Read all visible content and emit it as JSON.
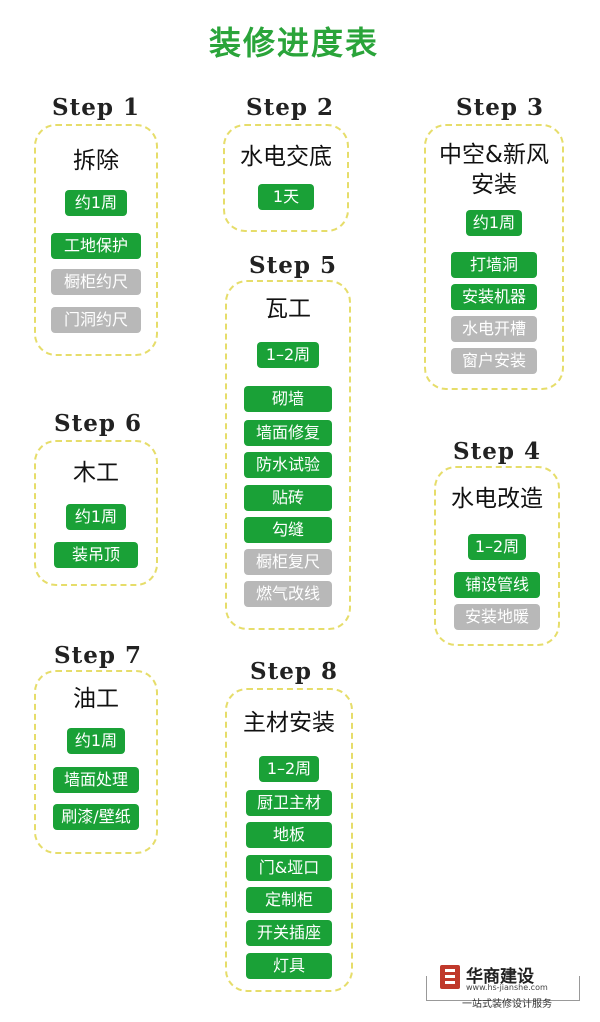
{
  "title": "装修进度表",
  "steps": [
    {
      "label": "Step 1",
      "title": "拆除",
      "duration": "约1周",
      "tasks": [
        {
          "text": "工地保护",
          "status": "green"
        },
        {
          "text": "橱柜约尺",
          "status": "gray"
        },
        {
          "text": "门洞约尺",
          "status": "gray"
        }
      ]
    },
    {
      "label": "Step 2",
      "title": "水电交底",
      "duration": "1天",
      "tasks": []
    },
    {
      "label": "Step 3",
      "title": "中空&新风安装",
      "duration": "约1周",
      "tasks": [
        {
          "text": "打墙洞",
          "status": "green"
        },
        {
          "text": "安装机器",
          "status": "green"
        },
        {
          "text": "水电开槽",
          "status": "gray"
        },
        {
          "text": "窗户安装",
          "status": "gray"
        }
      ]
    },
    {
      "label": "Step 5",
      "title": "瓦工",
      "duration": "1–2周",
      "tasks": [
        {
          "text": "砌墙",
          "status": "green"
        },
        {
          "text": "墙面修复",
          "status": "green"
        },
        {
          "text": "防水试验",
          "status": "green"
        },
        {
          "text": "贴砖",
          "status": "green"
        },
        {
          "text": "勾缝",
          "status": "green"
        },
        {
          "text": "橱柜复尺",
          "status": "gray"
        },
        {
          "text": "燃气改线",
          "status": "gray"
        }
      ]
    },
    {
      "label": "Step 6",
      "title": "木工",
      "duration": "约1周",
      "tasks": [
        {
          "text": "装吊顶",
          "status": "green"
        }
      ]
    },
    {
      "label": "Step 4",
      "title": "水电改造",
      "duration": "1–2周",
      "tasks": [
        {
          "text": "铺设管线",
          "status": "green"
        },
        {
          "text": "安装地暖",
          "status": "gray"
        }
      ]
    },
    {
      "label": "Step 7",
      "title": "油工",
      "duration": "约1周",
      "tasks": [
        {
          "text": "墙面处理",
          "status": "green"
        },
        {
          "text": "刷漆/壁纸",
          "status": "green"
        }
      ]
    },
    {
      "label": "Step 8",
      "title": "主材安装",
      "duration": "1–2周",
      "tasks": [
        {
          "text": "厨卫主材",
          "status": "green"
        },
        {
          "text": "地板",
          "status": "green"
        },
        {
          "text": "门&垭口",
          "status": "green"
        },
        {
          "text": "定制柜",
          "status": "green"
        },
        {
          "text": "开关插座",
          "status": "green"
        },
        {
          "text": "灯具",
          "status": "green"
        }
      ]
    }
  ],
  "logo": {
    "name": "华商建设",
    "url": "www.hs-jianshe.com",
    "tagline": "一站式装修设计服务"
  },
  "colors": {
    "accent": "#1aa137",
    "title": "#2aa43a",
    "done_chip": "#1aa137",
    "pending_chip": "#b8b8b8",
    "card_border": "#e6dd6a"
  }
}
